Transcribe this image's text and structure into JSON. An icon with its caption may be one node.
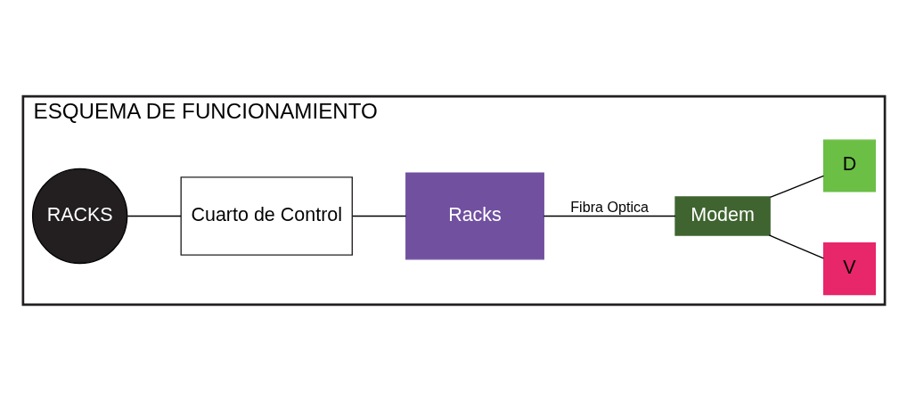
{
  "diagram": {
    "nodes": [
      {
        "text": [
          "ESQUEMA DE FUNCIONAMIENTO"
        ]
      },
      {
        "text": [
          "RACKS"
        ],
        "in": 0
      },
      {
        "text": [
          "Cuarto de Control"
        ],
        "in": 0
      },
      {
        "text": [
          "Racks"
        ],
        "in": 0
      },
      {
        "text": [
          "Modem"
        ],
        "in": 0
      },
      {
        "text": [
          "V"
        ],
        "in": 0
      },
      {
        "text": [
          "D"
        ],
        "in": 0
      }
    ],
    "edges": [
      {
        "from": 1,
        "to": 2,
        "arrow": "none"
      },
      {
        "from": 2,
        "to": 3,
        "arrow": "none"
      },
      {
        "from": 3,
        "to": 4,
        "arrow": "none",
        "label": "Fibra Optica"
      },
      {
        "from": 4,
        "to": 5,
        "arrow": "none"
      },
      {
        "from": 4,
        "to": 6,
        "arrow": "none"
      }
    ]
  }
}
